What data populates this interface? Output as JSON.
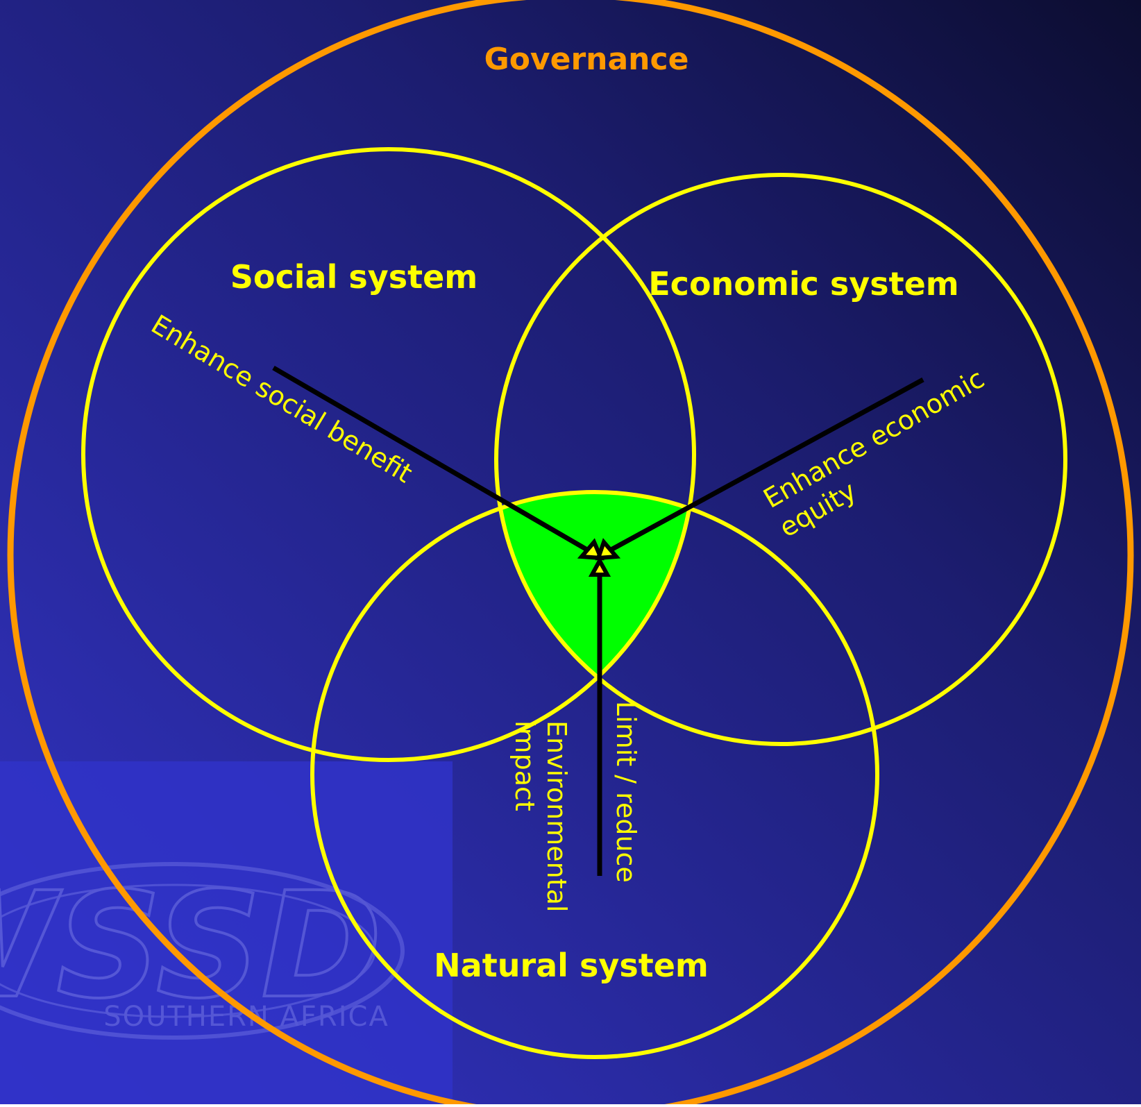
{
  "diagram": {
    "outer_label": "Governance",
    "circles": {
      "social": {
        "label": "Social system",
        "action": "Enhance social benefit"
      },
      "economic": {
        "label": "Economic system",
        "action_line1": "Enhance economic",
        "action_line2": "equity"
      },
      "natural": {
        "label": "Natural system",
        "action_line1": "Limit / reduce",
        "action_line2": "Environmental",
        "action_line3": "impact"
      }
    },
    "watermark": {
      "logo_text": "WSSD",
      "subtitle": "SOUTHERN AFRICA"
    },
    "colors": {
      "background_top": "#141650",
      "background_bottom": "#3334c8",
      "governance_ring": "#ff9900",
      "system_circles": "#ffff00",
      "label_text": "#ffff00",
      "governance_text": "#ff9900",
      "core_fill": "#00ff00",
      "arrows": "#000000"
    }
  }
}
